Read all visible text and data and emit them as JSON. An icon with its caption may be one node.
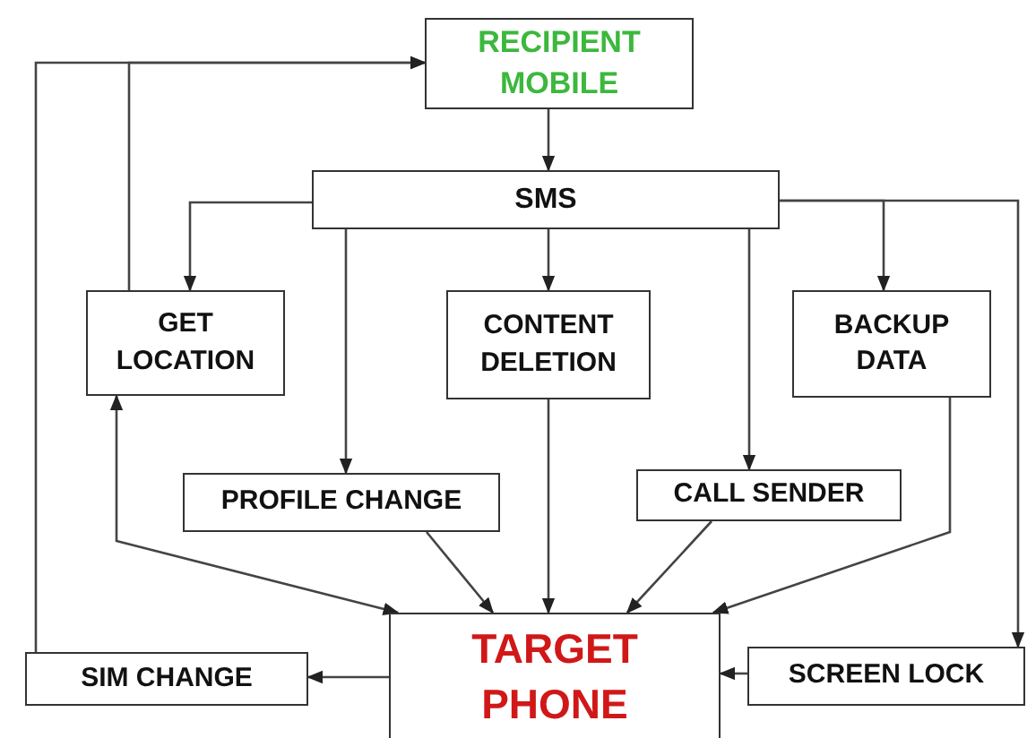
{
  "diagram": {
    "nodes": [
      {
        "text": [
          "RECIPIENT MOBILE"
        ]
      },
      {
        "text": [
          "SMS"
        ]
      },
      {
        "text": [
          "GET LOCATION"
        ]
      },
      {
        "text": [
          "CONTENT DELETION"
        ]
      },
      {
        "text": [
          "BACKUP DATA"
        ]
      },
      {
        "text": [
          "PROFILE CHANGE"
        ]
      },
      {
        "text": [
          "CALL SENDER"
        ]
      },
      {
        "text": [
          "TARGET PHONE"
        ]
      },
      {
        "text": [
          "SIM CHANGE"
        ]
      },
      {
        "text": [
          "SCREEN LOCK"
        ]
      }
    ],
    "edges": [
      {
        "from": 0,
        "to": 1,
        "arrow": "to"
      },
      {
        "from": 1,
        "to": 2,
        "arrow": "to"
      },
      {
        "from": 1,
        "to": 3,
        "arrow": "to"
      },
      {
        "from": 1,
        "to": 5,
        "arrow": "to"
      },
      {
        "from": 1,
        "to": 6,
        "arrow": "to"
      },
      {
        "from": 1,
        "to": 4,
        "arrow": "to"
      },
      {
        "from": 1,
        "to": 9,
        "arrow": "to"
      },
      {
        "from": 2,
        "to": 0,
        "arrow": "to"
      },
      {
        "from": 8,
        "to": 0,
        "arrow": "to"
      },
      {
        "from": 2,
        "to": 7,
        "arrow": "both"
      },
      {
        "from": 5,
        "to": 7,
        "arrow": "to"
      },
      {
        "from": 3,
        "to": 7,
        "arrow": "to"
      },
      {
        "from": 6,
        "to": 7,
        "arrow": "to"
      },
      {
        "from": 4,
        "to": 7,
        "arrow": "to"
      },
      {
        "from": 7,
        "to": 8,
        "arrow": "to"
      },
      {
        "from": 9,
        "to": 7,
        "arrow": "to"
      }
    ]
  }
}
